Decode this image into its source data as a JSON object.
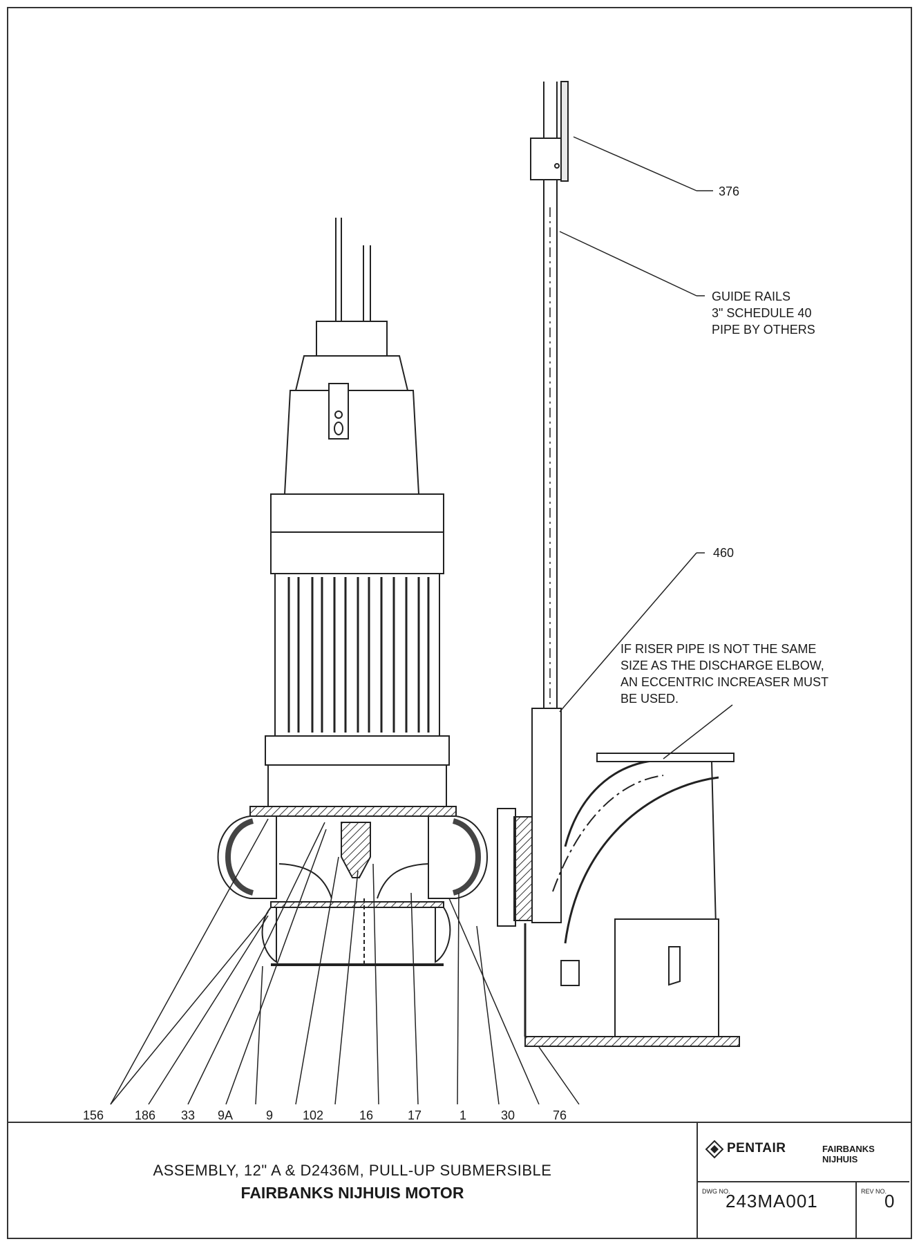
{
  "callouts": {
    "top_right": [
      "376",
      "GUIDE RAILS",
      "3\" SCHEDULE 40",
      "PIPE BY OTHERS",
      "460"
    ],
    "riser_note": [
      "IF RISER PIPE IS NOT THE SAME",
      "SIZE AS THE DISCHARGE ELBOW,",
      "AN ECCENTRIC INCREASER MUST",
      "BE USED."
    ],
    "bottom_parts": [
      "156",
      "186",
      "33",
      "9A",
      "9",
      "102",
      "16",
      "17",
      "1",
      "30",
      "76"
    ]
  },
  "title_block": {
    "title_line1": "ASSEMBLY, 12\" A & D2436M, PULL-UP SUBMERSIBLE",
    "title_line2": "FAIRBANKS NIJHUIS MOTOR",
    "brand": "PENTAIR",
    "brand_secondary": "FAIRBANKS NIJHUIS",
    "dwg_label": "DWG NO.",
    "dwg_no": "243MA001",
    "rev_label": "REV NO.",
    "rev_no": "0"
  }
}
